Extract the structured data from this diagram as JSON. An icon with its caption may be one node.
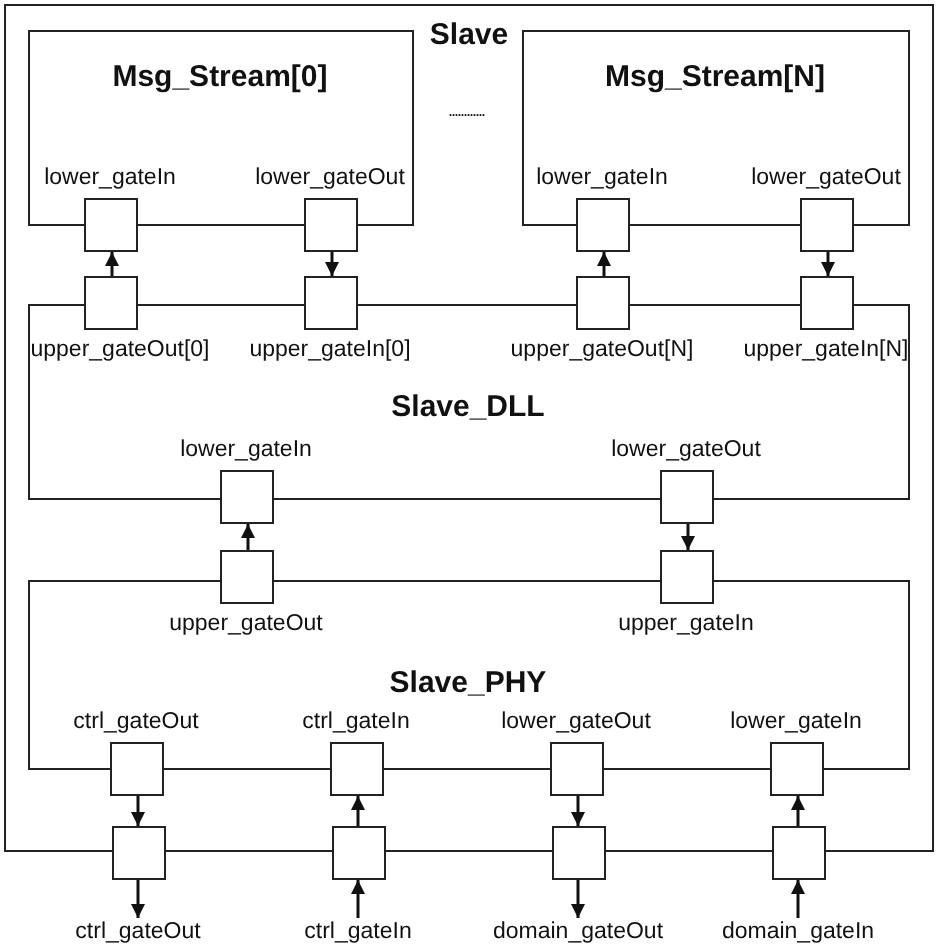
{
  "diagram": {
    "nodes": [
      {
        "text": [
          "Slave"
        ]
      },
      {
        "text": [
          "Msg_Stream[0]"
        ],
        "in": 0
      },
      {
        "text": [
          "Msg_Stream[N]"
        ],
        "in": 0
      },
      {
        "text": [
          "Slave_DLL"
        ],
        "in": 0
      },
      {
        "text": [
          "Slave_PHY"
        ],
        "in": 0
      },
      {
        "text": [
          "lower_gateIn"
        ],
        "in": 1
      },
      {
        "text": [
          "lower_gateOut"
        ],
        "in": 1
      },
      {
        "text": [
          "lower_gateIn"
        ],
        "in": 2
      },
      {
        "text": [
          "lower_gateOut"
        ],
        "in": 2
      },
      {
        "text": [
          "upper_gateOut[0]"
        ],
        "in": 3
      },
      {
        "text": [
          "upper_gateIn[0]"
        ],
        "in": 3
      },
      {
        "text": [
          "upper_gateOut[N]"
        ],
        "in": 3
      },
      {
        "text": [
          "upper_gateIn[N]"
        ],
        "in": 3
      },
      {
        "text": [
          "lower_gateIn"
        ],
        "in": 3
      },
      {
        "text": [
          "lower_gateOut"
        ],
        "in": 3
      },
      {
        "text": [
          "upper_gateOut"
        ],
        "in": 4
      },
      {
        "text": [
          "upper_gateIn"
        ],
        "in": 4
      },
      {
        "text": [
          "ctrl_gateOut"
        ],
        "in": 4
      },
      {
        "text": [
          "ctrl_gateIn"
        ],
        "in": 4
      },
      {
        "text": [
          "lower_gateOut"
        ],
        "in": 4
      },
      {
        "text": [
          "lower_gateIn"
        ],
        "in": 4
      },
      {
        "text": [],
        "shape": "box"
      },
      {
        "text": [],
        "shape": "box"
      },
      {
        "text": [],
        "shape": "box"
      },
      {
        "text": [],
        "shape": "box"
      },
      {
        "text": [
          "ctrl_gateOut"
        ]
      },
      {
        "text": [
          "ctrl_gateIn"
        ]
      },
      {
        "text": [
          "domain_gateOut"
        ]
      },
      {
        "text": [
          "domain_gateIn"
        ]
      }
    ],
    "edges": [
      {
        "from": 9,
        "to": 5,
        "arrow": "to"
      },
      {
        "from": 6,
        "to": 10,
        "arrow": "to"
      },
      {
        "from": 11,
        "to": 7,
        "arrow": "to"
      },
      {
        "from": 8,
        "to": 12,
        "arrow": "to"
      },
      {
        "from": 15,
        "to": 13,
        "arrow": "to"
      },
      {
        "from": 14,
        "to": 16,
        "arrow": "to"
      },
      {
        "from": 17,
        "to": 21,
        "arrow": "to"
      },
      {
        "from": 22,
        "to": 18,
        "arrow": "to"
      },
      {
        "from": 19,
        "to": 23,
        "arrow": "to"
      },
      {
        "from": 24,
        "to": 20,
        "arrow": "to"
      },
      {
        "from": 21,
        "to": 25,
        "arrow": "to"
      },
      {
        "from": 26,
        "to": 22,
        "arrow": "to"
      },
      {
        "from": 23,
        "to": 27,
        "arrow": "to"
      },
      {
        "from": 28,
        "to": 24,
        "arrow": "to"
      }
    ],
    "labels": [
      "............"
    ]
  }
}
